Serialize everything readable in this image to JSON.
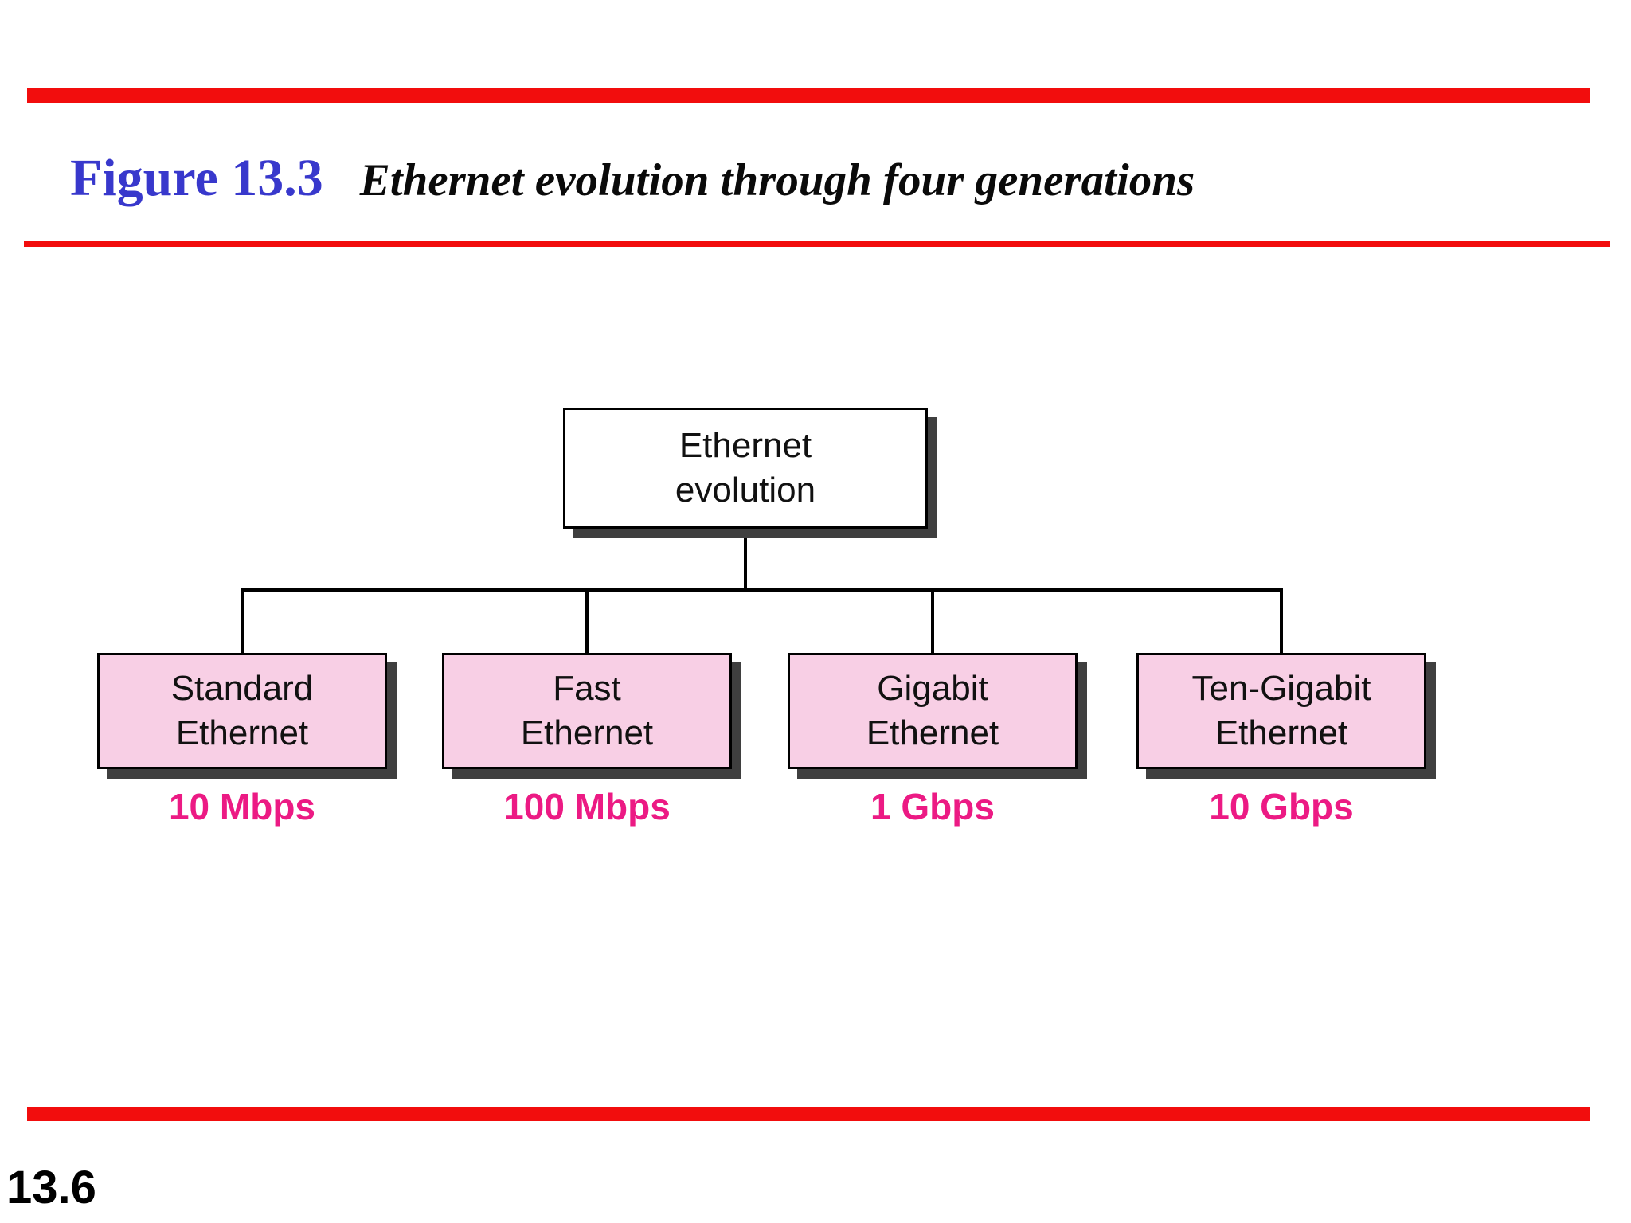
{
  "slide": {
    "figure_label": "Figure 13.3",
    "figure_caption": "Ethernet evolution through four generations",
    "page_number": "13.6"
  },
  "colors": {
    "accent_red": "#F20D0D",
    "figure_label_blue": "#3838CC",
    "box_fill_pink": "#F8CFE5",
    "speed_text_pink": "#EC1A84",
    "shadow_gray": "#3F3F3F"
  },
  "diagram": {
    "root": {
      "line1": "Ethernet",
      "line2": "evolution"
    },
    "children": [
      {
        "line1": "Standard",
        "line2": "Ethernet",
        "speed": "10 Mbps"
      },
      {
        "line1": "Fast",
        "line2": "Ethernet",
        "speed": "100 Mbps"
      },
      {
        "line1": "Gigabit",
        "line2": "Ethernet",
        "speed": "1 Gbps"
      },
      {
        "line1": "Ten-Gigabit",
        "line2": "Ethernet",
        "speed": "10 Gbps"
      }
    ]
  }
}
